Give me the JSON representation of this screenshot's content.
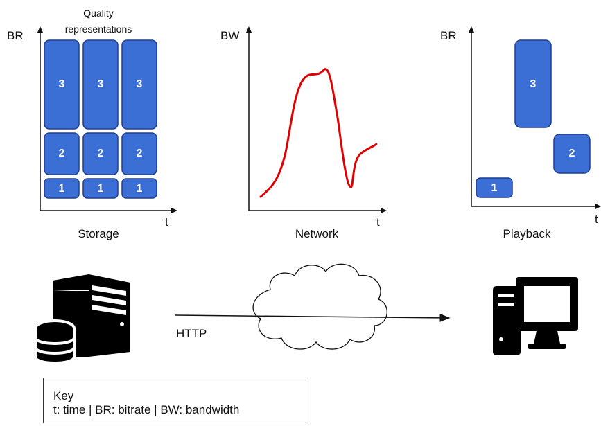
{
  "panels": {
    "storage": {
      "y_axis": "BR",
      "x_axis": "t",
      "caption": "Storage",
      "header_line1": "Quality",
      "header_line2": "representations",
      "block_levels": [
        "3",
        "3",
        "3",
        "2",
        "2",
        "2",
        "1",
        "1",
        "1"
      ]
    },
    "network": {
      "y_axis": "BW",
      "x_axis": "t",
      "caption": "Network",
      "curve_color": "#e00000"
    },
    "playback": {
      "y_axis": "BR",
      "x_axis": "t",
      "caption": "Playback",
      "block_levels": [
        "3",
        "2",
        "1"
      ]
    }
  },
  "transfer": {
    "label": "HTTP"
  },
  "key": {
    "title": "Key",
    "text": "t: time | BR: bitrate | BW: bandwidth"
  },
  "colors": {
    "block_fill": "#3c6fd6",
    "block_stroke": "#1f3f8f",
    "icon": "#000000"
  },
  "icons": [
    "server-database-icon",
    "cloud-icon",
    "desktop-computer-icon"
  ]
}
